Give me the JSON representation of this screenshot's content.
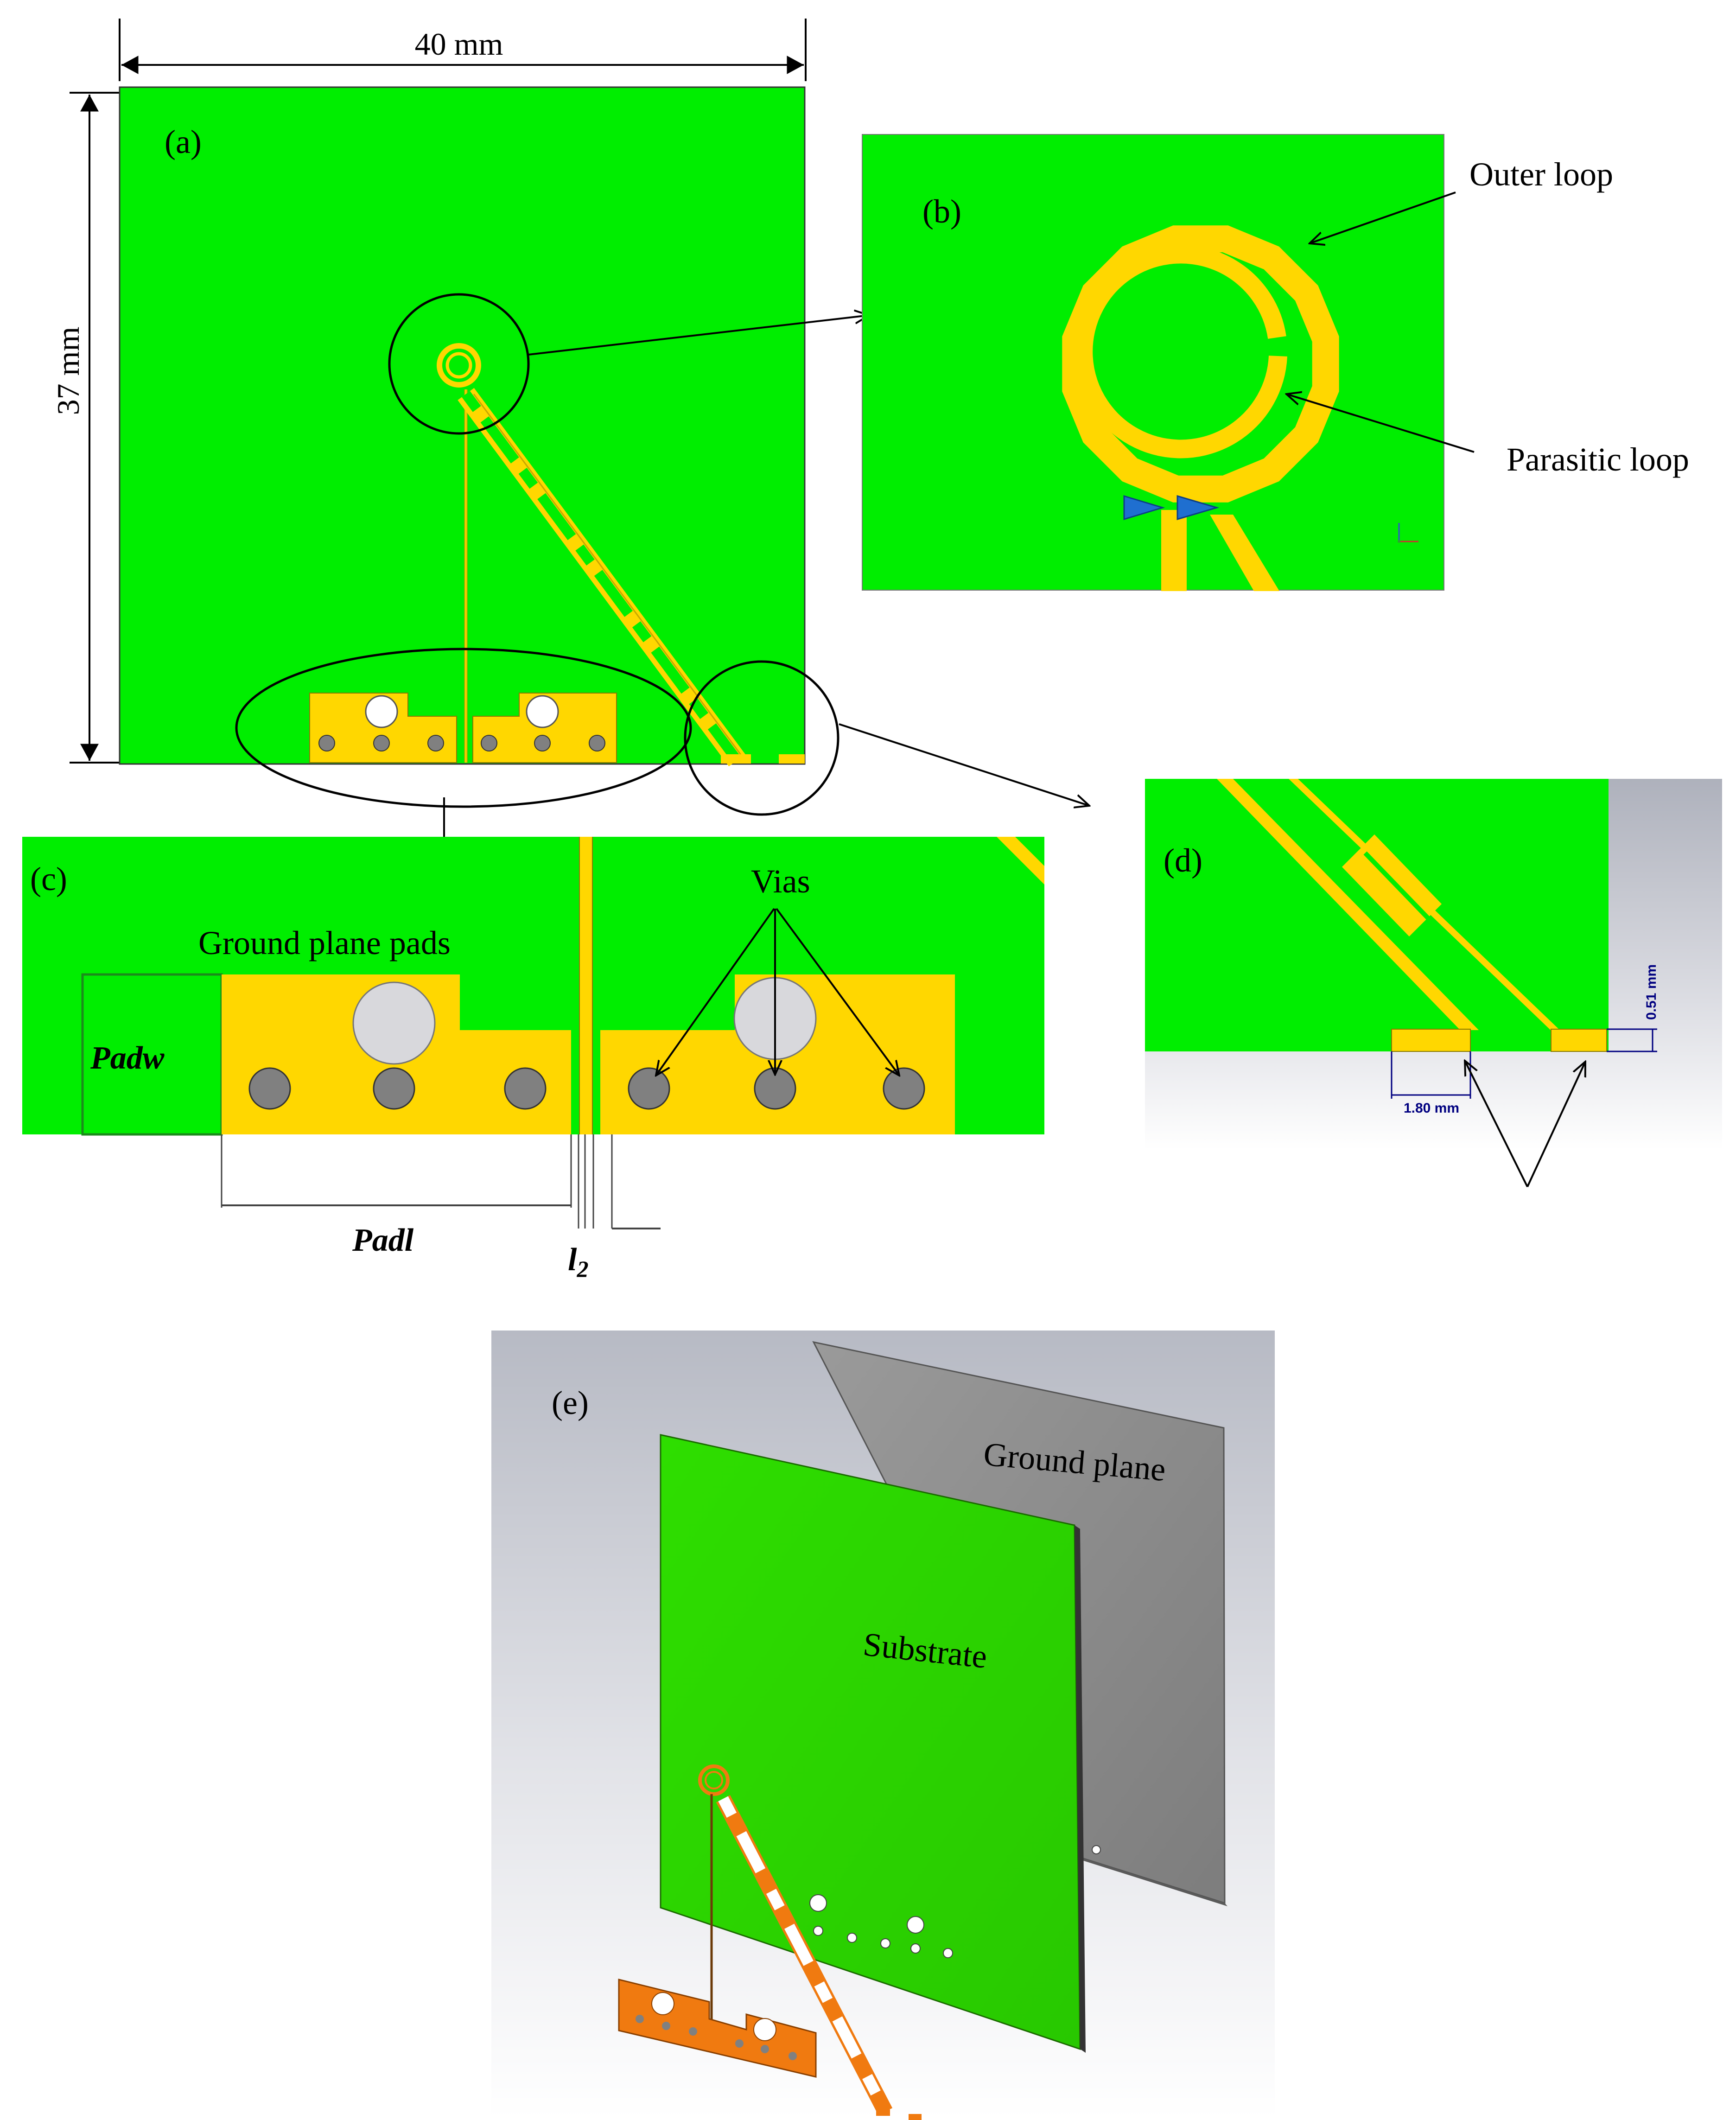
{
  "colors": {
    "substrate": "#00ee00",
    "copper": "#ffd700",
    "copper_edge": "#c8a800",
    "via": "#808080",
    "hole": "#d8d8dc",
    "ground_plane": "#909090",
    "exploded_copper": "#f07a10",
    "port_arrow": "#1f6fd0",
    "cad_background": "#c9cbd2",
    "dimension_ink": "#000080"
  },
  "panel_a": {
    "label": "(a)",
    "width_dimension": "40 mm",
    "height_dimension": "37 mm"
  },
  "panel_b": {
    "label": "(b)",
    "outer_loop": "Outer loop",
    "parasitic_loop": "Parasitic loop"
  },
  "panel_c": {
    "label": "(c)",
    "ground_plane_pads": "Ground plane pads",
    "vias": "Vias",
    "pad_width": "Padw",
    "pad_length": "Padl",
    "gap": "l",
    "gap_subscript": "2"
  },
  "panel_d": {
    "label": "(d)",
    "pad_length_dim": "1.80 mm",
    "pad_height_dim": "0.51 mm"
  },
  "panel_e": {
    "label": "(e)",
    "ground_plane": "Ground plane",
    "substrate": "Substrate"
  }
}
